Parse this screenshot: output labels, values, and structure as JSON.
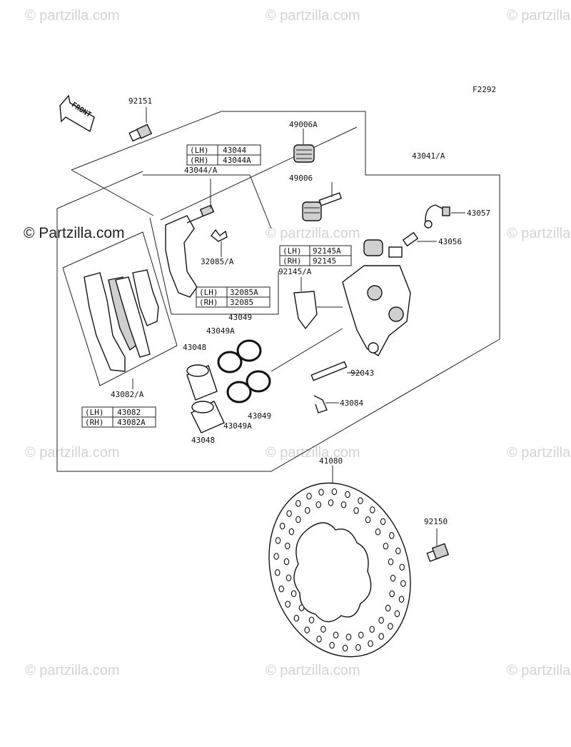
{
  "figure_code": "F2292",
  "front_arrow_text": "FRONT",
  "watermark_text": "© partzilla.com",
  "watermark_left_text": "© Partzilla.com",
  "parts": {
    "p92151": "92151",
    "p49006A": "49006A",
    "p49006": "49006",
    "p43041A": "43041/A",
    "p43044A": "43044/A",
    "p43057": "43057",
    "p43056": "43056",
    "p32085A": "32085/A",
    "p92145A": "92145/A",
    "p43049_top": "43049",
    "p43049A_top": "43049A",
    "p43048_top": "43048",
    "p92043": "92043",
    "p43084": "43084",
    "p43082A": "43082/A",
    "p43049_bot": "43049",
    "p43049A_bot": "43049A",
    "p43048_bot": "43048",
    "p41080": "41080",
    "p92150": "92150"
  },
  "tables": {
    "t43044": {
      "lh_side": "(LH)",
      "lh_value": "43044",
      "rh_side": "(RH)",
      "rh_value": "43044A"
    },
    "t92145": {
      "lh_side": "(LH)",
      "lh_value": "92145A",
      "rh_side": "(RH)",
      "rh_value": "92145"
    },
    "t32085": {
      "lh_side": "(LH)",
      "lh_value": "32085A",
      "rh_side": "(RH)",
      "rh_value": "32085"
    },
    "t43082": {
      "lh_side": "(LH)",
      "lh_value": "43082",
      "rh_side": "(RH)",
      "rh_value": "43082A"
    }
  }
}
